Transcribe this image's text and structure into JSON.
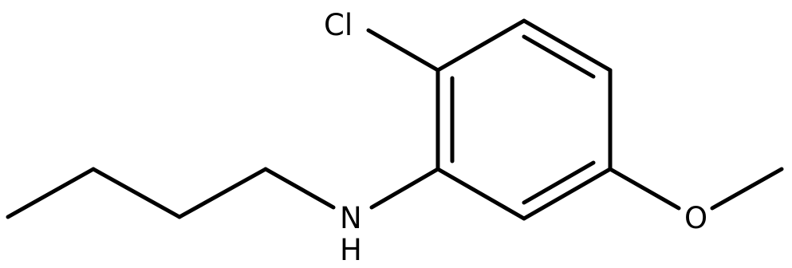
{
  "structure": {
    "atoms": [
      {
        "id": "cl",
        "label": "Cl"
      },
      {
        "id": "n",
        "label": "H"
      },
      {
        "id": "nh",
        "label": "N"
      },
      {
        "id": "o",
        "label": "O"
      }
    ],
    "bond_color": "#000000",
    "label_color": "#000000",
    "background": "#ffffff"
  }
}
